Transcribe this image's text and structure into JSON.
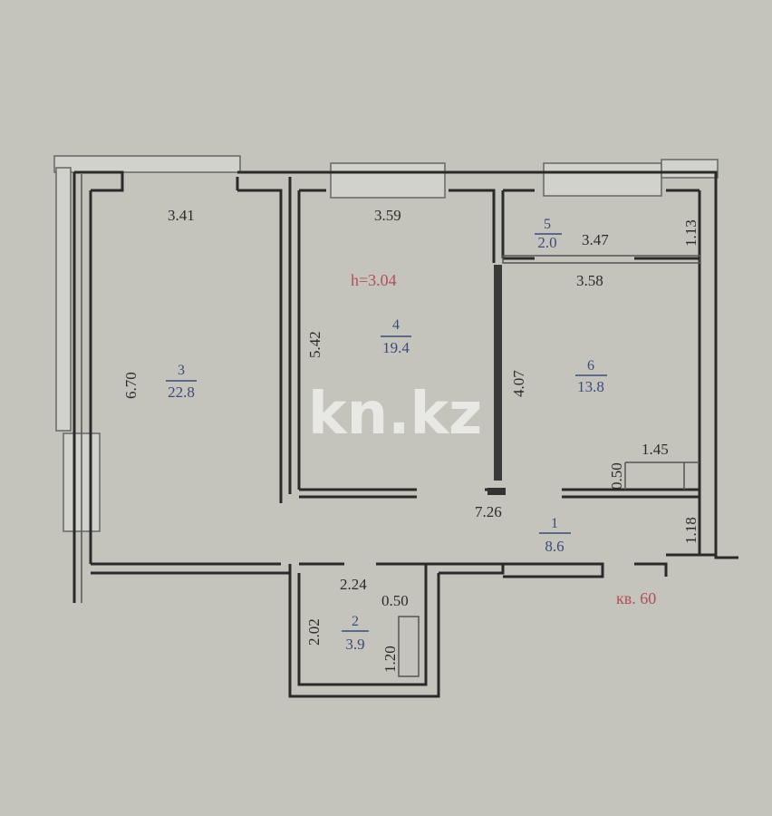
{
  "plan": {
    "ceiling_height": "h=3.04",
    "apartment_label": "кв. 60",
    "watermark": "kn.kz",
    "colors": {
      "background": "#c4c4bd",
      "walls": "#2a2a2a",
      "room_labels": "#3d4a78",
      "accent_red": "#b0505a"
    },
    "rooms": [
      {
        "number": "1",
        "area": "8.6"
      },
      {
        "number": "2",
        "area": "3.9"
      },
      {
        "number": "3",
        "area": "22.8"
      },
      {
        "number": "4",
        "area": "19.4"
      },
      {
        "number": "5",
        "area": "2.0"
      },
      {
        "number": "6",
        "area": "13.8"
      }
    ],
    "dimensions": {
      "room3_width": "3.41",
      "room3_length": "6.70",
      "room4_width": "3.59",
      "room4_length": "5.42",
      "room5_width": "3.47",
      "room5_depth": "1.13",
      "room6_width": "3.58",
      "room6_length": "4.07",
      "niche_width": "1.45",
      "niche_depth": "0.50",
      "hall_length": "7.26",
      "hall_width": "1.18",
      "bath_width": "2.24",
      "bath_length": "2.02",
      "bath_niche_width": "0.50",
      "bath_niche_length": "1.20"
    }
  }
}
